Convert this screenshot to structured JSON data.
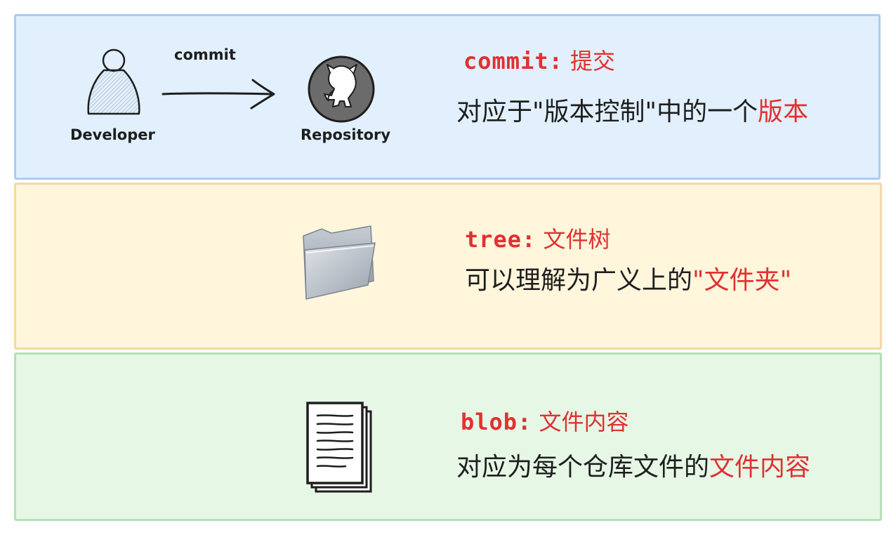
{
  "commit": {
    "developer_label": "Developer",
    "arrow_label": "commit",
    "repository_label": "Repository",
    "title_key": "commit:",
    "title_value": "提交",
    "desc_prefix": "对应于\"版本控制\"中的一个",
    "desc_highlight": "版本"
  },
  "tree": {
    "title_key": "tree:",
    "title_value": "文件树",
    "desc_prefix": "可以理解为广义上的",
    "desc_highlight": "\"文件夹\""
  },
  "blob": {
    "title_key": "blob:",
    "title_value": "文件内容",
    "desc_prefix": "对应为每个仓库文件的",
    "desc_highlight": "文件内容"
  },
  "colors": {
    "highlight": "#e03131",
    "commit_bg": "#e1f0fc",
    "tree_bg": "#fff6dc",
    "blob_bg": "#e6f7e6"
  },
  "icons": [
    "person-icon",
    "arrow-icon",
    "github-repo-icon",
    "folder-icon",
    "document-stack-icon"
  ]
}
